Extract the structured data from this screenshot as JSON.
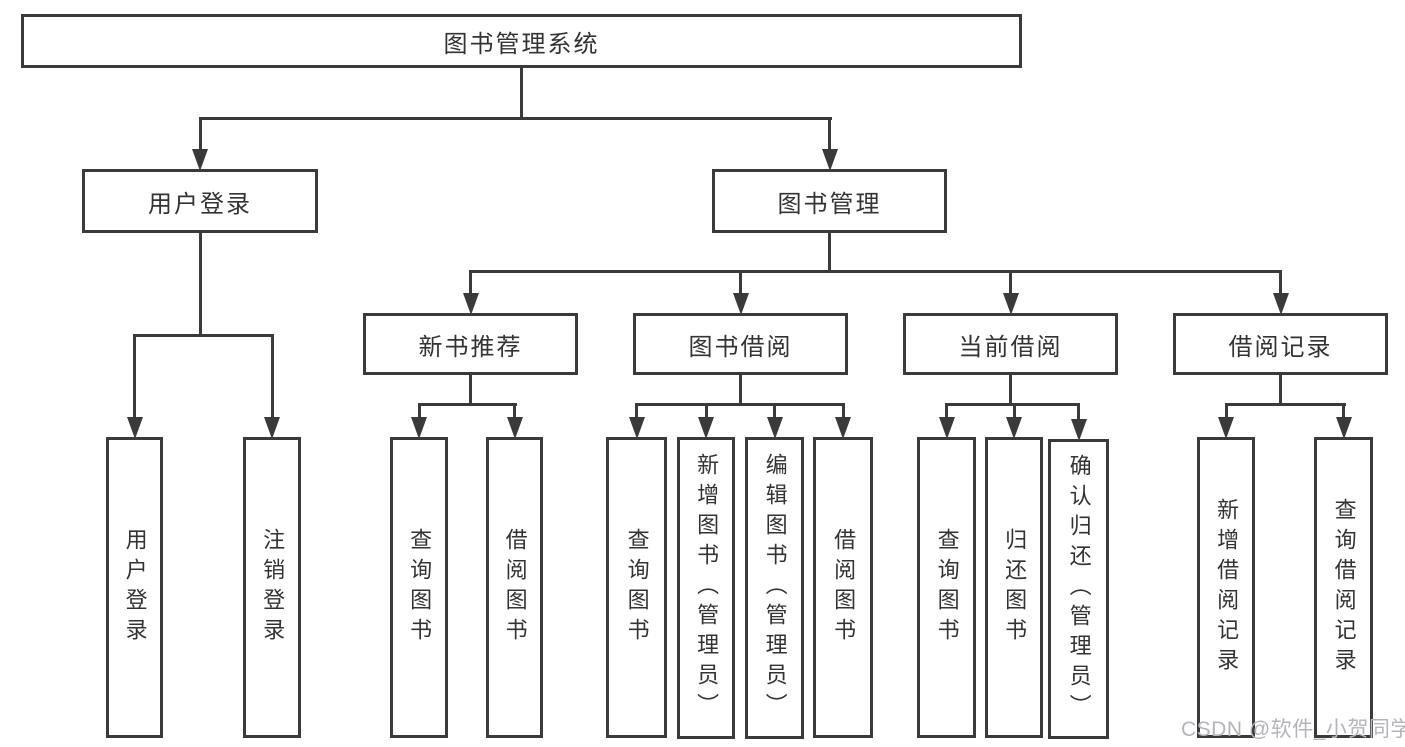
{
  "diagram": {
    "title": "图书管理系统",
    "watermark": "CSDN @软件_小贺同学",
    "colors": {
      "line": "#3a3a3a",
      "text": "#333333",
      "background": "#ffffff",
      "watermark": "#b4b4ba"
    },
    "nodes": [
      {
        "id": "root",
        "label": "图书管理系统",
        "parent": null,
        "orientation": "horizontal"
      },
      {
        "id": "user",
        "label": "用户登录",
        "parent": "root",
        "orientation": "horizontal"
      },
      {
        "id": "book",
        "label": "图书管理",
        "parent": "root",
        "orientation": "horizontal"
      },
      {
        "id": "user_login",
        "label": "用户登录",
        "parent": "user",
        "orientation": "vertical"
      },
      {
        "id": "user_logout",
        "label": "注销登录",
        "parent": "user",
        "orientation": "vertical"
      },
      {
        "id": "newbook",
        "label": "新书推荐",
        "parent": "book",
        "orientation": "horizontal"
      },
      {
        "id": "borrow",
        "label": "图书借阅",
        "parent": "book",
        "orientation": "horizontal"
      },
      {
        "id": "current",
        "label": "当前借阅",
        "parent": "book",
        "orientation": "horizontal"
      },
      {
        "id": "records",
        "label": "借阅记录",
        "parent": "book",
        "orientation": "horizontal"
      },
      {
        "id": "nb_query",
        "label": "查询图书",
        "parent": "newbook",
        "orientation": "vertical"
      },
      {
        "id": "nb_borrow",
        "label": "借阅图书",
        "parent": "newbook",
        "orientation": "vertical"
      },
      {
        "id": "bw_query",
        "label": "查询图书",
        "parent": "borrow",
        "orientation": "vertical"
      },
      {
        "id": "bw_add",
        "label": "新增图书（管理员）",
        "parent": "borrow",
        "orientation": "vertical"
      },
      {
        "id": "bw_edit",
        "label": "编辑图书（管理员）",
        "parent": "borrow",
        "orientation": "vertical"
      },
      {
        "id": "bw_borrow",
        "label": "借阅图书",
        "parent": "borrow",
        "orientation": "vertical"
      },
      {
        "id": "cu_query",
        "label": "查询图书",
        "parent": "current",
        "orientation": "vertical"
      },
      {
        "id": "cu_return",
        "label": "归还图书",
        "parent": "current",
        "orientation": "vertical"
      },
      {
        "id": "cu_confirm",
        "label": "确认归还（管理员）",
        "parent": "current",
        "orientation": "vertical"
      },
      {
        "id": "re_add",
        "label": "新增借阅记录",
        "parent": "records",
        "orientation": "vertical"
      },
      {
        "id": "re_query",
        "label": "查询借阅记录",
        "parent": "records",
        "orientation": "vertical"
      }
    ]
  }
}
